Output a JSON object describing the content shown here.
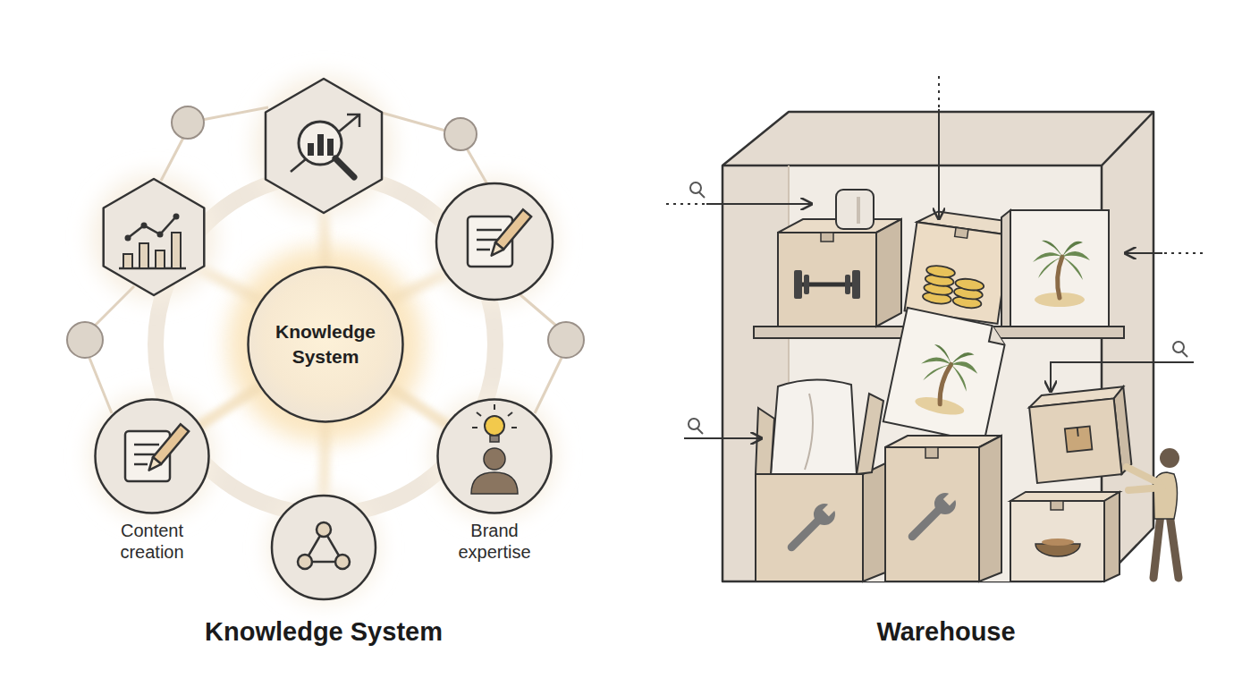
{
  "diagram": {
    "nodes": [
      {
        "text": [
          "Knowledge System"
        ]
      },
      {
        "text": [
          "Content creation"
        ]
      },
      {
        "text": [
          "Brand expertise"
        ]
      }
    ],
    "edges": [
      {
        "from": 0,
        "to": 1,
        "arrow": "none"
      },
      {
        "from": 0,
        "to": 2,
        "arrow": "none"
      }
    ],
    "labels": [
      "Knowledge System",
      "Warehouse"
    ]
  }
}
